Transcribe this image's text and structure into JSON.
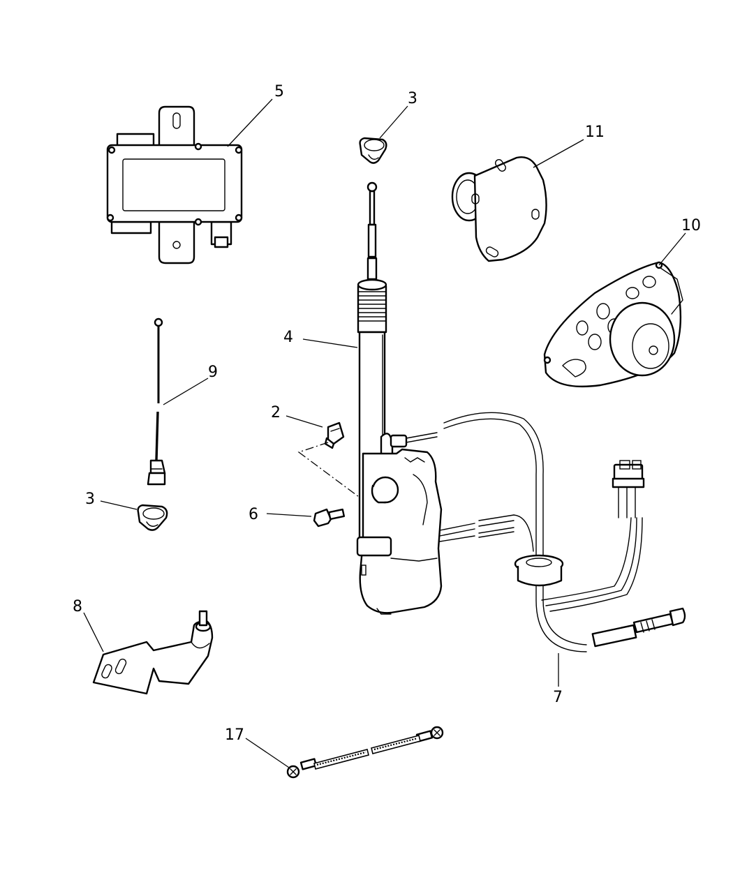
{
  "callouts": {
    "c5": "5",
    "c3_top": "3",
    "c11": "11",
    "c10": "10",
    "c4": "4",
    "c9": "9",
    "c2": "2",
    "c3_left": "3",
    "c6": "6",
    "c8": "8",
    "c7": "7",
    "c17": "17"
  }
}
